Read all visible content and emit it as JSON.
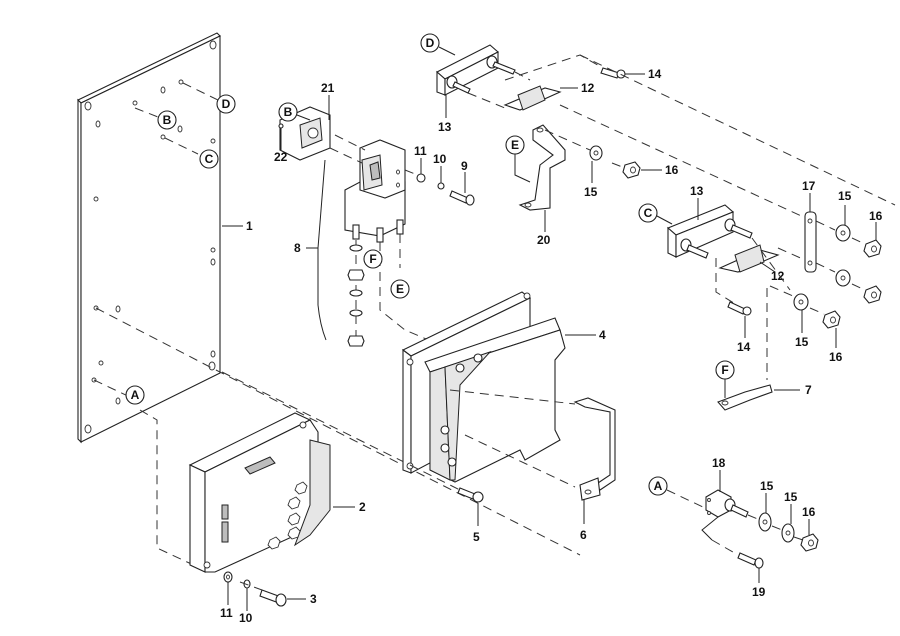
{
  "diagram": {
    "type": "exploded parts diagram",
    "line_color": "#222222",
    "background": "#ffffff",
    "reference_markers": [
      "A",
      "B",
      "C",
      "D",
      "E",
      "F"
    ],
    "part_numbers": {
      "p1": "1",
      "p2": "2",
      "p3": "3",
      "p4": "4",
      "p5": "5",
      "p6": "6",
      "p7": "7",
      "p8": "8",
      "p9": "9",
      "p10": "10",
      "p11": "11",
      "p12": "12",
      "p13": "13",
      "p14": "14",
      "p15": "15",
      "p16": "16",
      "p17": "17",
      "p18": "18",
      "p19": "19",
      "p20": "20",
      "p21": "21",
      "p22": "22"
    },
    "refs": {
      "A": "A",
      "B": "B",
      "C": "C",
      "D": "D",
      "E": "E",
      "F": "F"
    }
  }
}
